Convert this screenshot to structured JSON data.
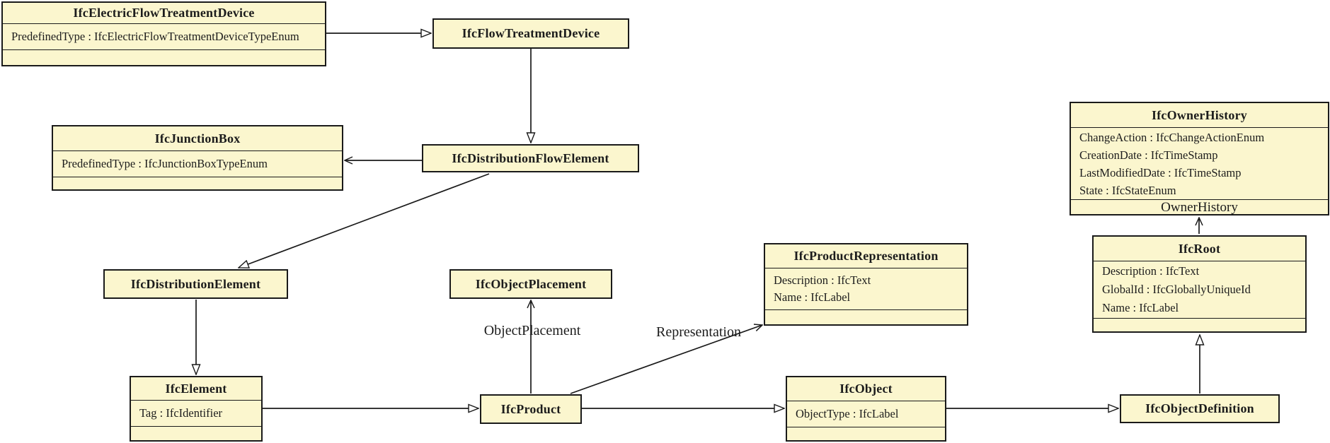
{
  "diagram_type": "UML class diagram (IFC schema inheritance and attributes)",
  "colors": {
    "box_fill": "#FBF6CE",
    "box_border": "#1a1a1a",
    "line_color": "#1a1a1a",
    "text_color": "#1c1c1c",
    "bg": "#ffffff"
  },
  "entities": {
    "electric_flow_treatment_device": {
      "name": "IfcElectricFlowTreatmentDevice",
      "attributes": [
        "PredefinedType : IfcElectricFlowTreatmentDeviceTypeEnum"
      ]
    },
    "flow_treatment_device": {
      "name": "IfcFlowTreatmentDevice"
    },
    "junction_box": {
      "name": "IfcJunctionBox",
      "attributes": [
        "PredefinedType : IfcJunctionBoxTypeEnum"
      ]
    },
    "distribution_flow_element": {
      "name": "IfcDistributionFlowElement"
    },
    "owner_history": {
      "name": "IfcOwnerHistory",
      "attributes": [
        "ChangeAction : IfcChangeActionEnum",
        "CreationDate : IfcTimeStamp",
        "LastModifiedDate : IfcTimeStamp",
        "State : IfcStateEnum"
      ]
    },
    "distribution_element": {
      "name": "IfcDistributionElement"
    },
    "object_placement": {
      "name": "IfcObjectPlacement"
    },
    "product_representation": {
      "name": "IfcProductRepresentation",
      "attributes": [
        "Description : IfcText",
        "Name : IfcLabel"
      ]
    },
    "root": {
      "name": "IfcRoot",
      "attributes": [
        "Description : IfcText",
        "GlobalId : IfcGloballyUniqueId",
        "Name : IfcLabel"
      ]
    },
    "element": {
      "name": "IfcElement",
      "attributes": [
        "Tag : IfcIdentifier"
      ]
    },
    "product": {
      "name": "IfcProduct"
    },
    "object": {
      "name": "IfcObject",
      "attributes": [
        "ObjectType : IfcLabel"
      ]
    },
    "object_definition": {
      "name": "IfcObjectDefinition"
    }
  },
  "relationships": [
    {
      "from": "IfcElectricFlowTreatmentDevice",
      "to": "IfcFlowTreatmentDevice",
      "type": "generalization",
      "label": ""
    },
    {
      "from": "IfcFlowTreatmentDevice",
      "to": "IfcDistributionFlowElement",
      "type": "generalization",
      "label": ""
    },
    {
      "from": "IfcDistributionFlowElement",
      "to": "IfcJunctionBox",
      "type": "association",
      "label": ""
    },
    {
      "from": "IfcDistributionFlowElement",
      "to": "IfcDistributionElement",
      "type": "generalization",
      "label": ""
    },
    {
      "from": "IfcDistributionElement",
      "to": "IfcElement",
      "type": "generalization",
      "label": ""
    },
    {
      "from": "IfcElement",
      "to": "IfcProduct",
      "type": "generalization",
      "label": ""
    },
    {
      "from": "IfcProduct",
      "to": "IfcObjectPlacement",
      "type": "association",
      "label": "ObjectPlacement"
    },
    {
      "from": "IfcProduct",
      "to": "IfcProductRepresentation",
      "type": "association",
      "label": "Representation"
    },
    {
      "from": "IfcProduct",
      "to": "IfcObject",
      "type": "generalization",
      "label": ""
    },
    {
      "from": "IfcObject",
      "to": "IfcObjectDefinition",
      "type": "generalization",
      "label": ""
    },
    {
      "from": "IfcObjectDefinition",
      "to": "IfcRoot",
      "type": "generalization",
      "label": ""
    },
    {
      "from": "IfcRoot",
      "to": "IfcOwnerHistory",
      "type": "association",
      "label": "OwnerHistory"
    }
  ]
}
